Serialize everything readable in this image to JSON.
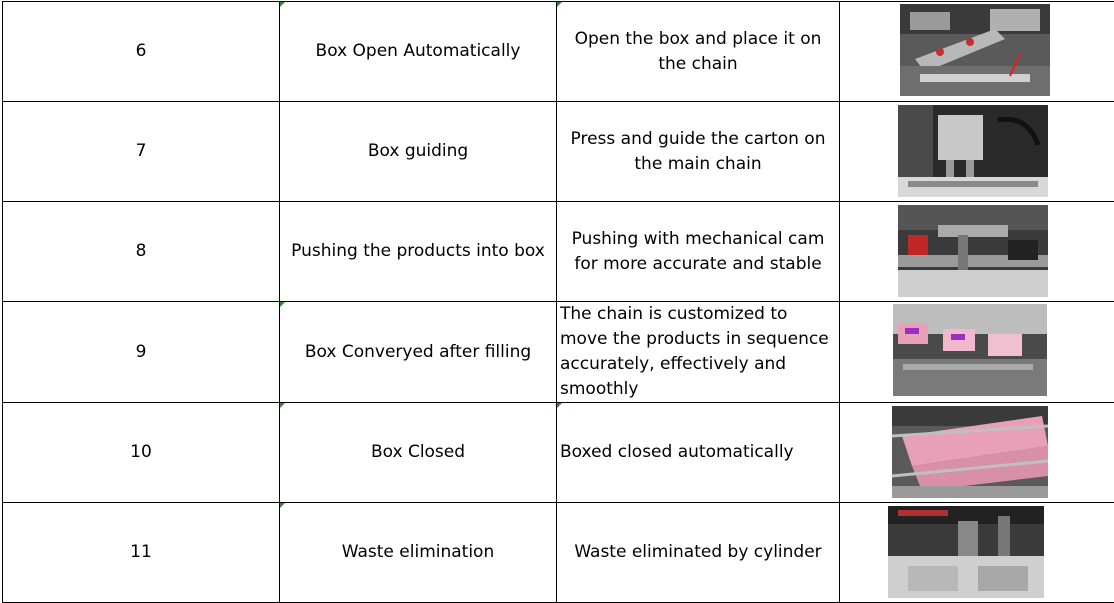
{
  "rows": [
    {
      "no": "6",
      "function": "Box Open Automatically",
      "description": "Open the box and place it on the chain",
      "align": "center",
      "photo": "box-opening-mechanism-photo"
    },
    {
      "no": "7",
      "function": "Box guiding",
      "description": "Press and guide the carton on the main chain",
      "align": "center",
      "photo": "carton-guiding-press-photo"
    },
    {
      "no": "8",
      "function": "Pushing the products into box",
      "description": "Pushing with mechanical cam for more accurate and stable",
      "align": "center",
      "photo": "product-pusher-cam-photo"
    },
    {
      "no": "9",
      "function": "Box Converyed after filling",
      "description": "The chain is customized to move the products in sequence accurately, effectively and smoothly",
      "align": "left",
      "photo": "filled-box-conveyor-photo"
    },
    {
      "no": "10",
      "function": "Box Closed",
      "description": "Boxed closed automatically",
      "align": "left",
      "photo": "box-closing-station-photo"
    },
    {
      "no": "11",
      "function": "Waste elimination",
      "description": "Waste eliminated by cylinder",
      "align": "center",
      "photo": "waste-cylinder-photo"
    }
  ],
  "colors": {
    "border": "#000000",
    "cell_marker": "#2e8b2e",
    "machine_metal": "#8a8a8a",
    "carton_pink": "#e8a0b8"
  }
}
